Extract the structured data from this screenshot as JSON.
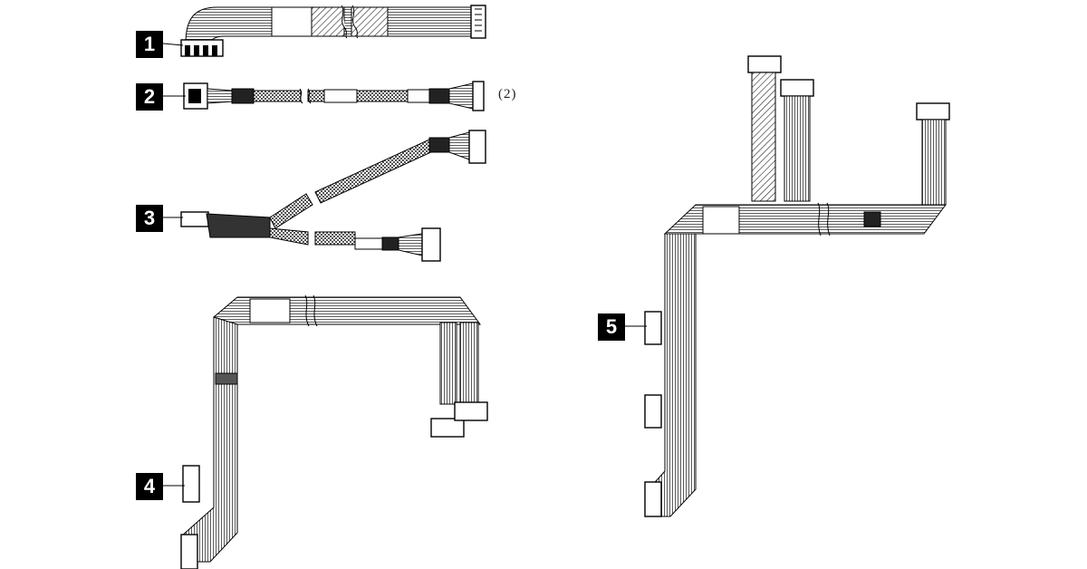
{
  "callouts": [
    {
      "label": "1"
    },
    {
      "label": "2"
    },
    {
      "label": "3"
    },
    {
      "label": "4"
    },
    {
      "label": "5"
    }
  ],
  "notes": {
    "cable2_quantity": "(2)"
  },
  "colors": {
    "ink": "#000000",
    "light_fill": "#ffffff",
    "mesh_fill": "#d6d6d6",
    "dark_fill": "#333333"
  }
}
